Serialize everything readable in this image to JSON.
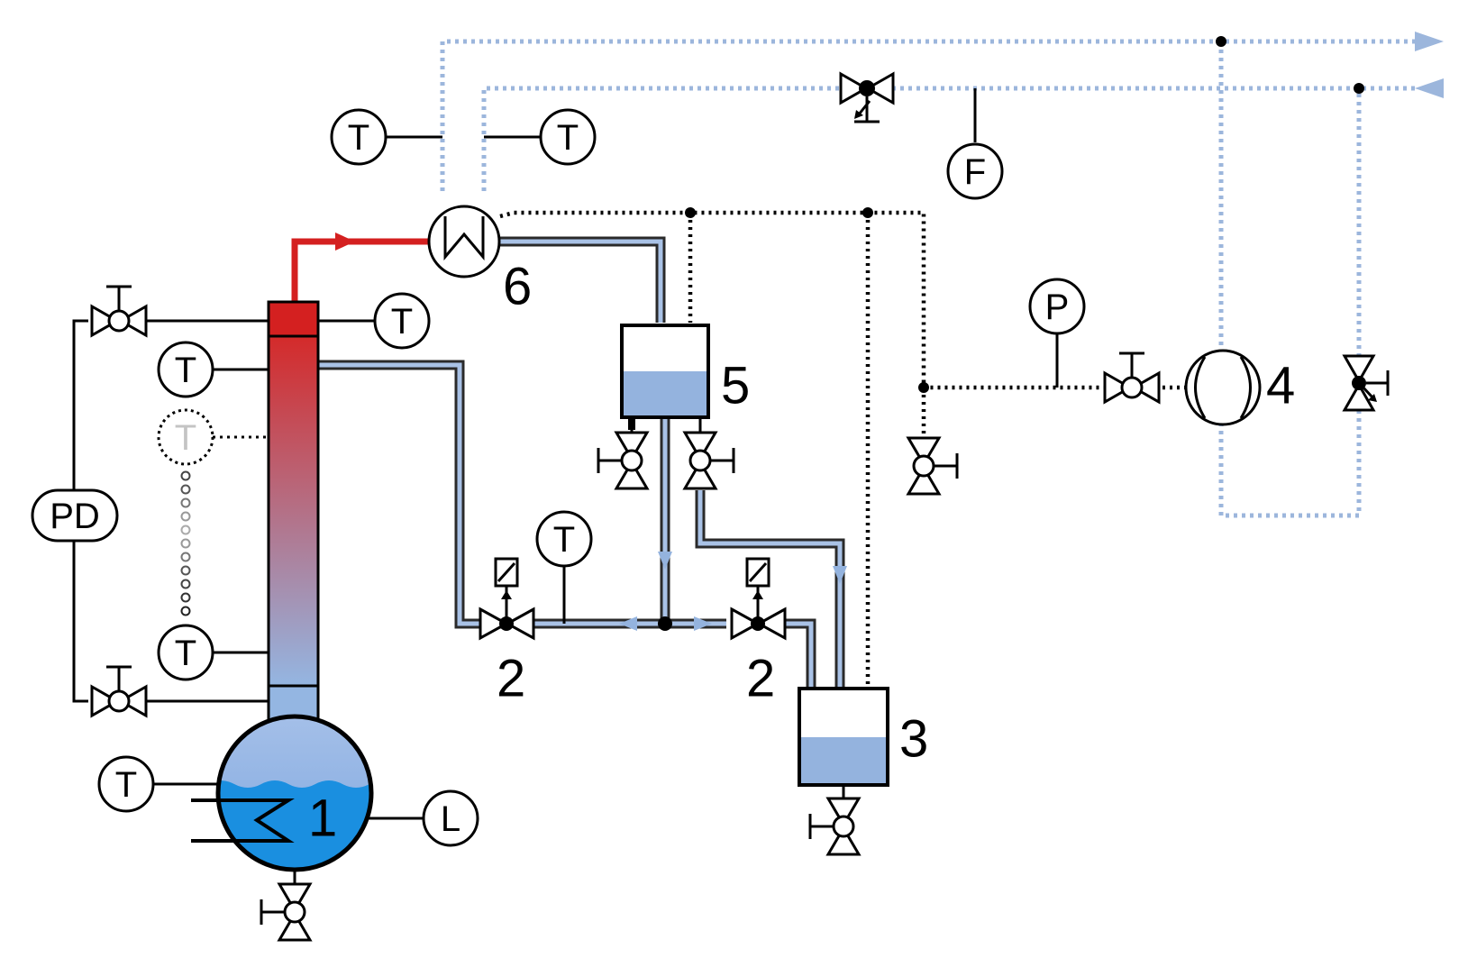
{
  "instruments": {
    "condenser_inlet_t": "T",
    "condenser_outlet_t": "T",
    "flow": "F",
    "head_t": "T",
    "column_upper_t": "T",
    "column_mid_t": "T",
    "column_lower_t": "T",
    "diff_pressure": "PD",
    "feed_t": "T",
    "pressure": "P",
    "pot_t": "T",
    "level": "L"
  },
  "components": {
    "still_pot": "1",
    "valve_left": "2",
    "valve_right": "2",
    "receiver": "3",
    "vacuum_pump": "4",
    "reflux_drum": "5",
    "condenser": "6"
  },
  "colors": {
    "vapor_line": "#d42020",
    "liquid_line": "#a9c2e6",
    "coolant_line": "#9cb6dc",
    "liquid_fill": "#94b3de",
    "pot_liquid": "#1a8fe0"
  }
}
